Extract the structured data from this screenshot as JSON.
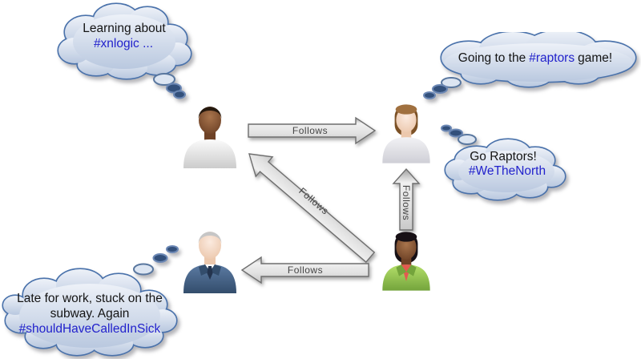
{
  "diagram_type": "social-follow-graph",
  "colors": {
    "background": "#ffffff",
    "hashtag_blue": "#2222cc",
    "cloud_text_black": "#141414",
    "cloud_border": "#4a72ab",
    "cloud_fill_top": "#edf1f8",
    "cloud_fill_bottom": "#b9c8df",
    "bubble_dark_fill": "#33507b",
    "bubble_dark_stroke": "#6c88b5",
    "bubble_light_fill": "#dce5f2",
    "bubble_light_stroke": "#59779f",
    "arrow_fill_light": "#f0f0f0",
    "arrow_fill_dark": "#c8c8c8",
    "arrow_border": "#6e6e6e",
    "arrow_label_color": "#454545"
  },
  "clouds": {
    "xnlogic": {
      "line1": "Learning about",
      "line2": "#xnlogic ..."
    },
    "raptors_game": {
      "part1": "Going to the",
      "hashtag": "#raptors",
      "part2": "game!"
    },
    "we_the_north": {
      "line1": "Go Raptors!",
      "line2": "#WeTheNorth"
    },
    "late_for_work": {
      "line1": "Late for work, stuck on the",
      "line2": "subway. Again",
      "line3": "#shouldHaveCalledInSick"
    }
  },
  "arrows": {
    "top": {
      "label": "Follows"
    },
    "diagonal": {
      "label": "Follows"
    },
    "vertical": {
      "label": "Follows"
    },
    "bottom": {
      "label": "Follows"
    }
  },
  "people": [
    {
      "id": "man-white-shirt",
      "description": "man with dark skin in white shirt",
      "type": "man",
      "skin_light": "#a8744c",
      "skin_dark": "#6e4226",
      "hair": "#26190e",
      "torso_light": "#fbfbfb",
      "torso_dark": "#cccccc"
    },
    {
      "id": "woman-gray-top",
      "description": "woman with brown bob in light gray top",
      "type": "woman",
      "skin_light": "#fbeadf",
      "skin_dark": "#ecc8ad",
      "hair": "#a0703f",
      "hair_dark": "#7c5126",
      "torso_light": "#f2f2f5",
      "torso_dark": "#cfcfd6"
    },
    {
      "id": "man-blue-suit",
      "description": "gray-haired man in blue suit and tie",
      "type": "suit",
      "skin_light": "#fbeadf",
      "skin_dark": "#ecc8ad",
      "hair": "#c6c6c6",
      "hair_dark": "#969696",
      "torso_light": "#5c7ba3",
      "torso_dark": "#334d6c",
      "shirt": "#fdfdfd",
      "tie": "#24344e"
    },
    {
      "id": "woman-green-jacket",
      "description": "woman with dark skin in green jacket",
      "type": "woman-jacket",
      "skin_light": "#a8744c",
      "skin_dark": "#6e4226",
      "hair": "#171015",
      "hair_dark": "#171015",
      "torso_light": "#b5e06a",
      "torso_dark": "#74a43c",
      "inner_top": "#e25a50"
    }
  ]
}
